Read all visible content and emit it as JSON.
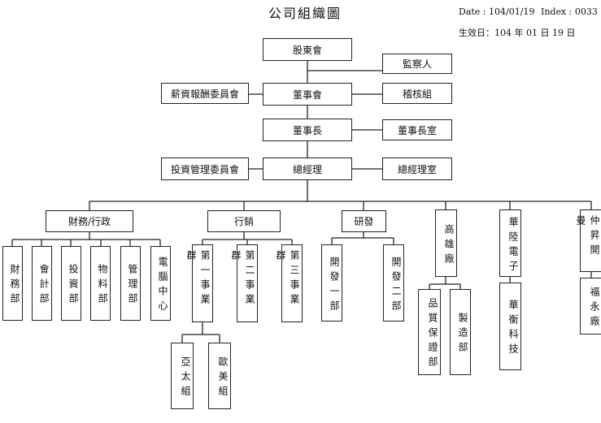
{
  "header": {
    "title": "公司組織圖",
    "date": "Date : 104/01/19",
    "index": "Index : 0033",
    "effective": "生效日：104 年 01 日 19 日"
  },
  "top": {
    "shareholders": "股東會",
    "supervisor": "監察人",
    "salary_committee": "薪資報酬委員會",
    "board": "董事會",
    "audit": "稽核組",
    "chairman": "董事長",
    "chairman_office": "董事長室",
    "investment_committee": "投資管理委員會",
    "gm": "總經理",
    "gm_office": "總經理室"
  },
  "departments": {
    "finance_admin": "財務/行政",
    "sales": "行銷",
    "rnd": "研發",
    "kaohsiung": "高雄廠",
    "hualu": "華陸電子",
    "zhongsheng": "仲昇開曼"
  },
  "finance_units": [
    "財務部",
    "會計部",
    "投資部",
    "物料部",
    "管理部",
    "電腦中心"
  ],
  "sales_units": [
    "第一事業群",
    "第二事業群",
    "第三事業群"
  ],
  "sales_regions": [
    "亞太組",
    "歐美組"
  ],
  "rnd_units": [
    "開發一部",
    "開發二部"
  ],
  "kaohsiung_units": [
    "品質保證部",
    "製造部"
  ],
  "hualu_units": [
    "華衡科技"
  ],
  "zhongsheng_units": [
    "福永廠"
  ]
}
